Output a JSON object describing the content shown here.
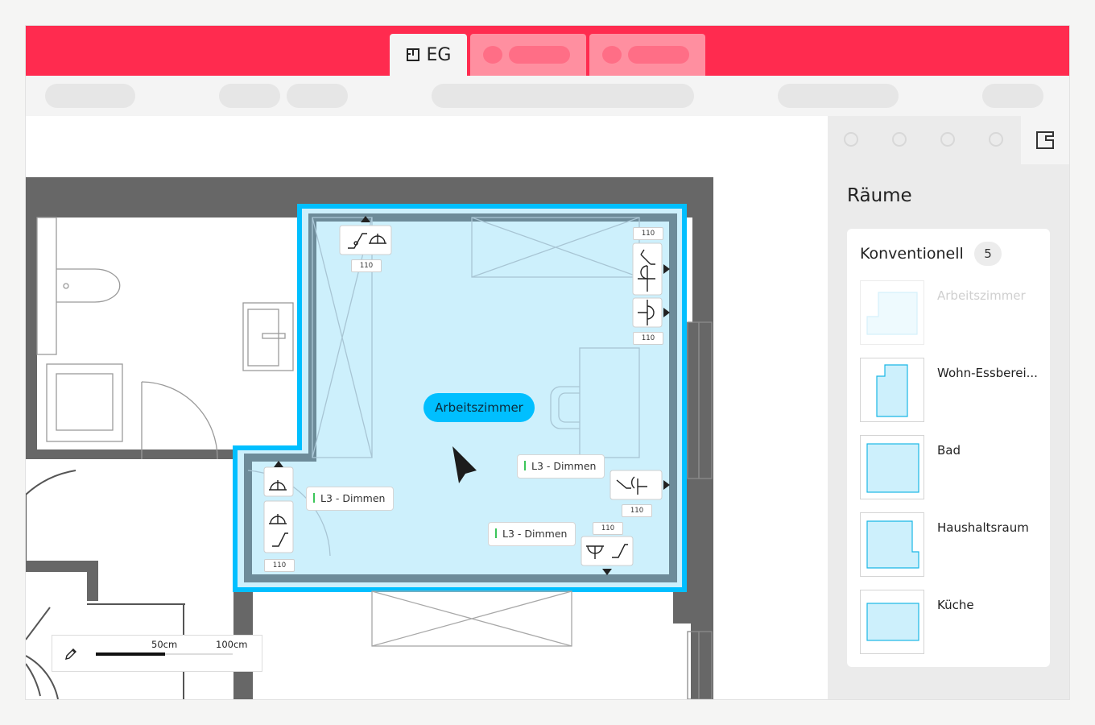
{
  "tabs": [
    {
      "label": "EG",
      "icon": "floorplan-icon",
      "active": true
    },
    {
      "label": "",
      "active": false
    },
    {
      "label": "",
      "active": false
    }
  ],
  "canvas": {
    "selected_room_label": "Arbeitszimmer",
    "circuits": [
      "L3 - Dimmen",
      "L3 - Dimmen",
      "L3 - Dimmen"
    ],
    "heights": [
      "110",
      "110",
      "110",
      "110",
      "110",
      "110"
    ],
    "scale": {
      "mark_50": "50cm",
      "mark_100": "100cm",
      "icon": "pencil-icon"
    }
  },
  "panel": {
    "active_tab_icon": "room-shape-icon",
    "title": "Räume",
    "section": {
      "title": "Konventionell",
      "count": "5",
      "rooms": [
        {
          "name": "Arbeitszimmer",
          "disabled": true
        },
        {
          "name": "Wohn-Essberei...",
          "disabled": false
        },
        {
          "name": "Bad",
          "disabled": false
        },
        {
          "name": "Haushaltsraum",
          "disabled": false
        },
        {
          "name": "Küche",
          "disabled": false
        }
      ]
    }
  },
  "colors": {
    "accent": "#ff2b4f",
    "selection": "#00bfff",
    "room_fill": "#cdf0fc",
    "wall": "#676767",
    "circuit_mark": "#3cc65a"
  }
}
